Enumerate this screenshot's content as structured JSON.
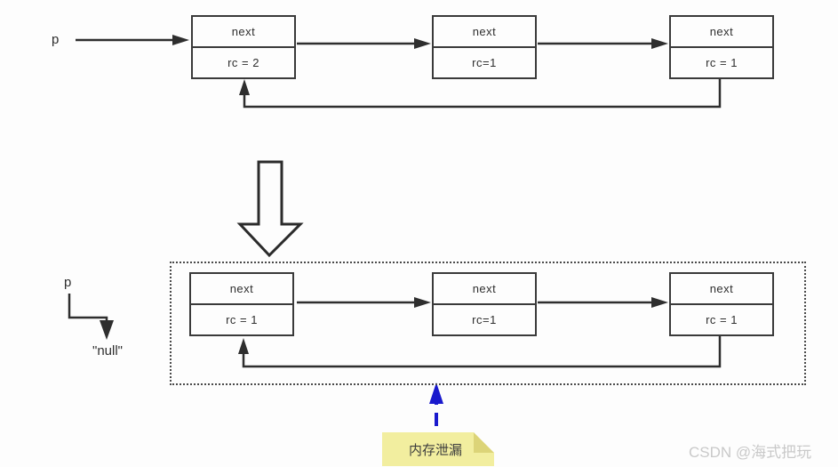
{
  "diagram": {
    "title_hint": "linked list reference-count memory leak illustration",
    "colors": {
      "line": "#2e2e2e",
      "box_border": "#3a3a3a",
      "background": "#fdfdfd",
      "note_bg": "#f2ee9f",
      "note_fold": "#dcd478",
      "leak_arrow_blue": "#1a1acd",
      "watermark_gray": "#c9c9c9"
    },
    "top_section": {
      "pointer_label": "p",
      "nodes": [
        {
          "next": "next",
          "rc": "rc = 2"
        },
        {
          "next": "next",
          "rc": "rc=1"
        },
        {
          "next": "next",
          "rc": "rc = 1"
        }
      ]
    },
    "bottom_section": {
      "pointer_label": "p",
      "null_label": "\"null\"",
      "nodes": [
        {
          "next": "next",
          "rc": "rc = 1"
        },
        {
          "next": "next",
          "rc": "rc=1"
        },
        {
          "next": "next",
          "rc": "rc = 1"
        }
      ]
    },
    "note": {
      "label": "内存泄漏"
    },
    "watermark": "CSDN @海式把玩"
  }
}
